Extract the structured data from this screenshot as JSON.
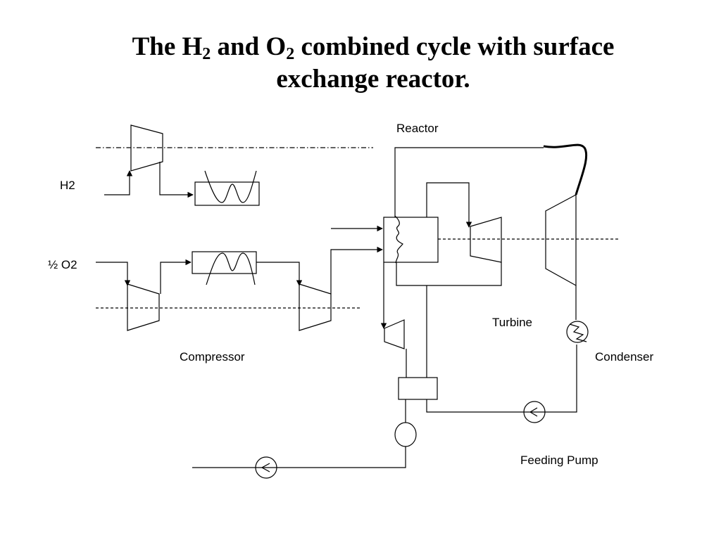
{
  "title": {
    "part1": "The H",
    "sub1": "2",
    "part2": " and O",
    "sub2": "2",
    "part3": " combined cycle with surface",
    "line2": "exchange reactor."
  },
  "labels": {
    "reactor": "Reactor",
    "h2": "H2",
    "o2": "½ O2",
    "turbine": "Turbine",
    "compressor": "Compressor",
    "condenser": "Condenser",
    "feeding_pump": "Feeding Pump"
  },
  "colors": {
    "line": "#000000",
    "background": "#ffffff"
  }
}
